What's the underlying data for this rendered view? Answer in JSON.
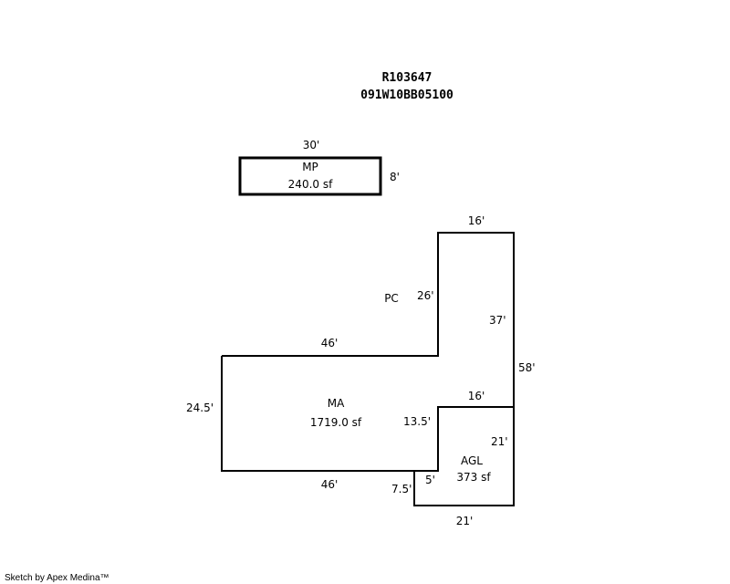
{
  "header": {
    "account": "R103647",
    "parcel": "091W10BB05100"
  },
  "areas": {
    "mp": {
      "code": "MP",
      "area": "240.0 sf",
      "dims": [
        "30'",
        "8'"
      ]
    },
    "pc": {
      "code": "PC",
      "dims": [
        "16'",
        "26'",
        "37'"
      ]
    },
    "ma": {
      "code": "MA",
      "area": "1719.0 sf",
      "dims": [
        "46'",
        "24.5'",
        "46'",
        "13.5'",
        "58'",
        "16'"
      ]
    },
    "agl": {
      "code": "AGL",
      "area": "373 sf",
      "dims": [
        "21'",
        "21'",
        "5'",
        "7.5'"
      ]
    }
  },
  "footer": {
    "credit": "Sketch by Apex Medina™"
  },
  "colors": {
    "line": "#000000",
    "background": "#ffffff"
  }
}
